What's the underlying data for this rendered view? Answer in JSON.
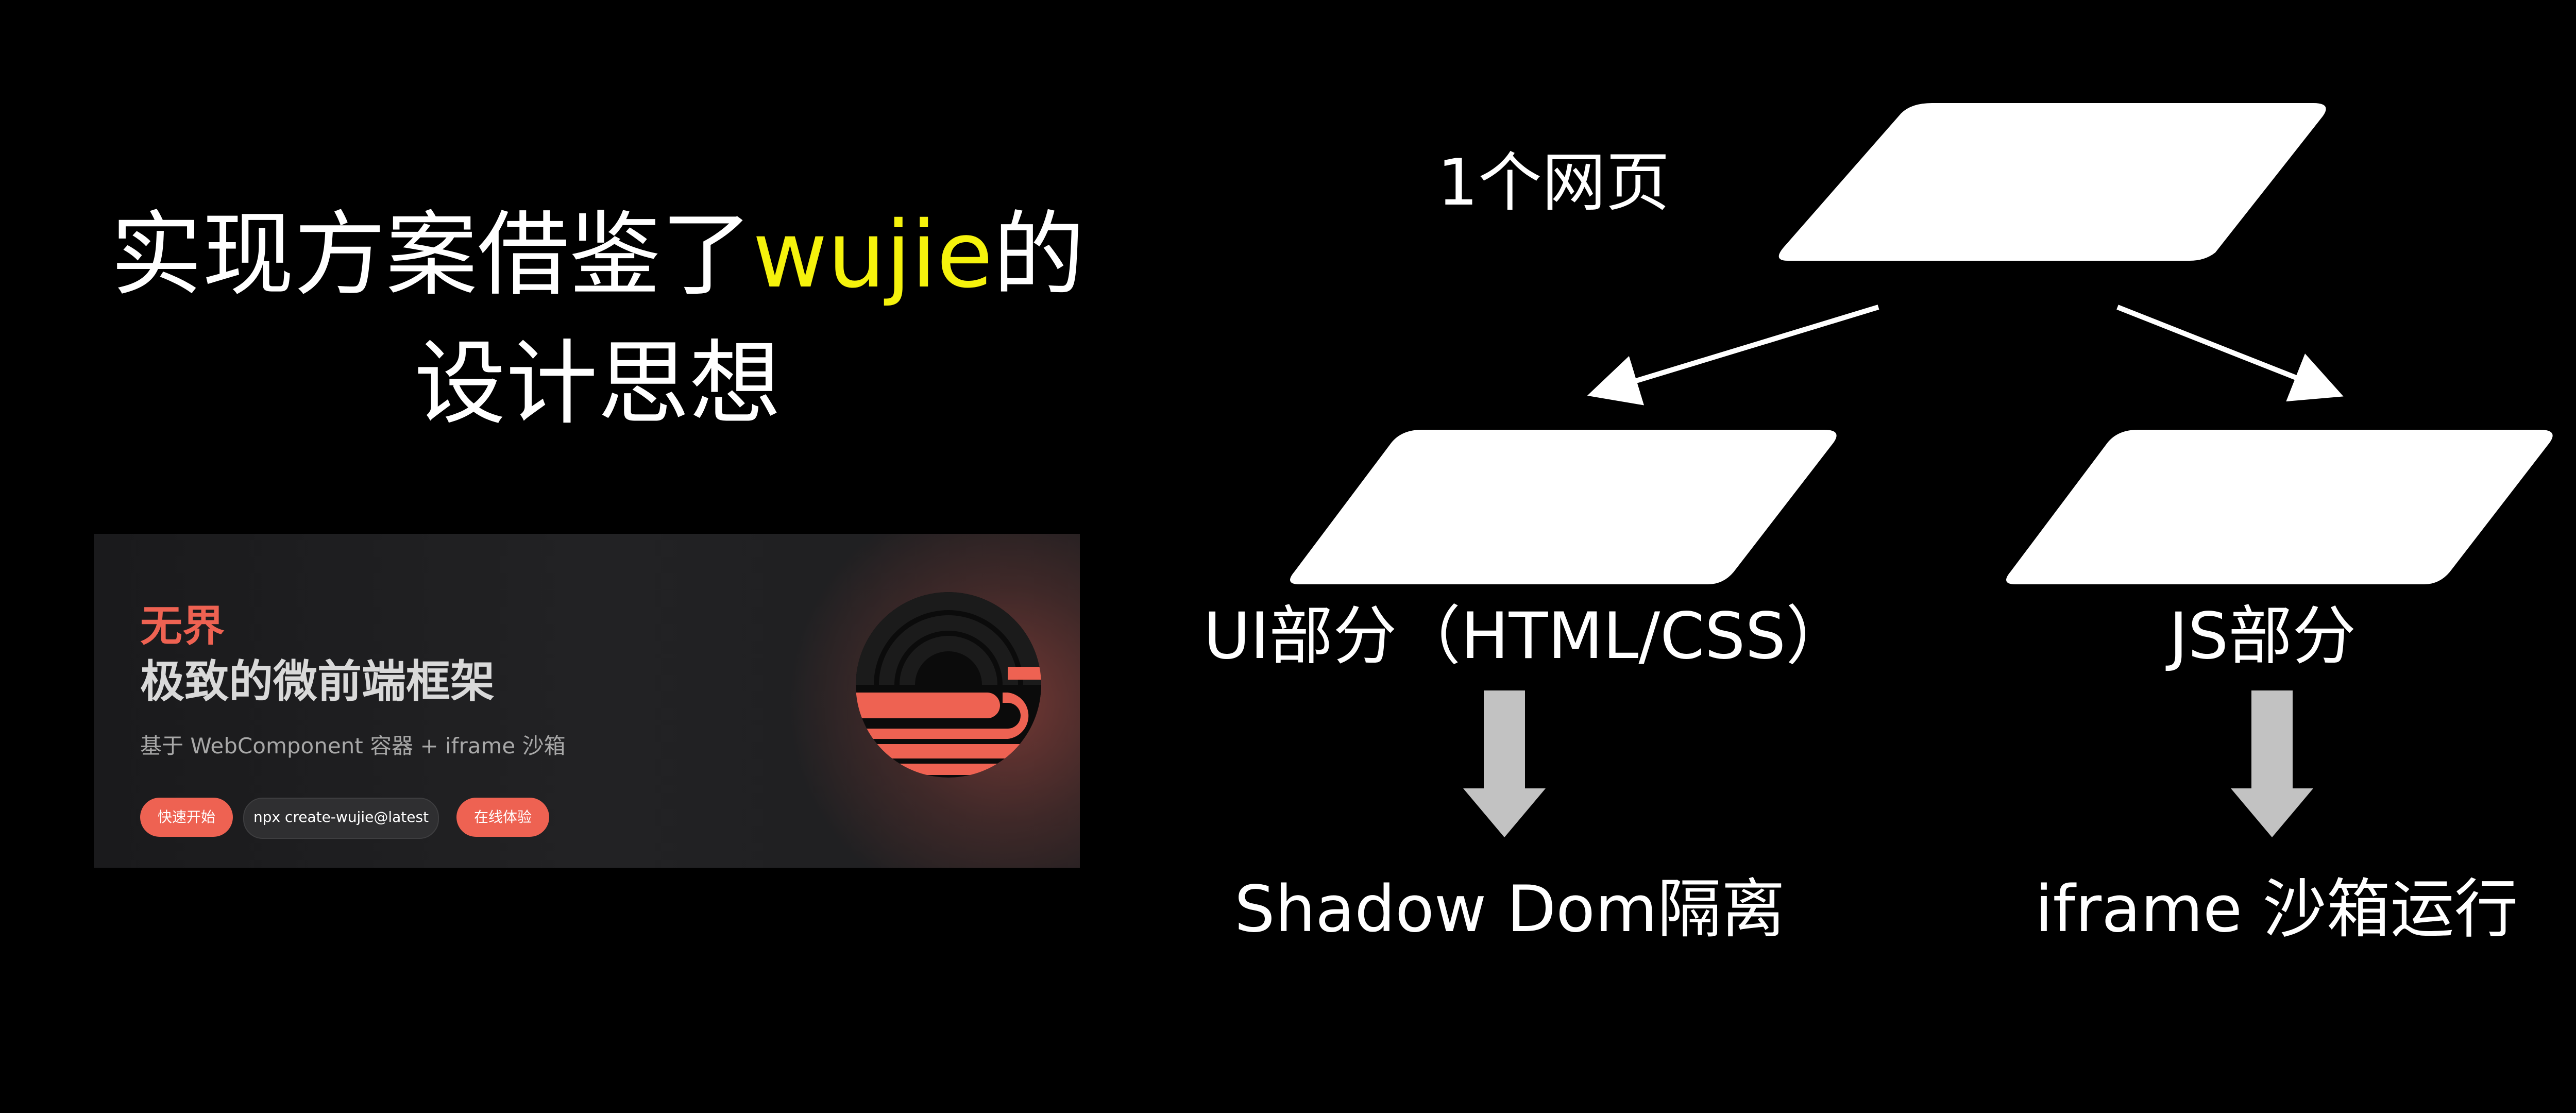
{
  "headline": {
    "line1_prefix": "实现方案借鉴了",
    "line1_highlight": "wujie",
    "line1_suffix": "的",
    "line2": "设计思想",
    "highlight_color": "#f5f20c"
  },
  "banner": {
    "brand": "无界",
    "tagline": "极致的微前端框架",
    "subline": "基于 WebComponent 容器 + iframe 沙箱",
    "buttons": {
      "quick_start": "快速开始",
      "npx_command": "npx create-wujie@latest",
      "online_demo": "在线体验"
    },
    "accent_color": "#ee6252",
    "logo_icon": "wujie-logo-icon"
  },
  "diagram": {
    "top_label": "1个网页",
    "left_label": "UI部分（HTML/CSS）",
    "right_label": "JS部分",
    "left_result": "Shadow Dom隔离",
    "right_result": "iframe 沙箱运行",
    "shape_color": "#ffffff",
    "down_arrow_color": "#c2c2c2"
  }
}
